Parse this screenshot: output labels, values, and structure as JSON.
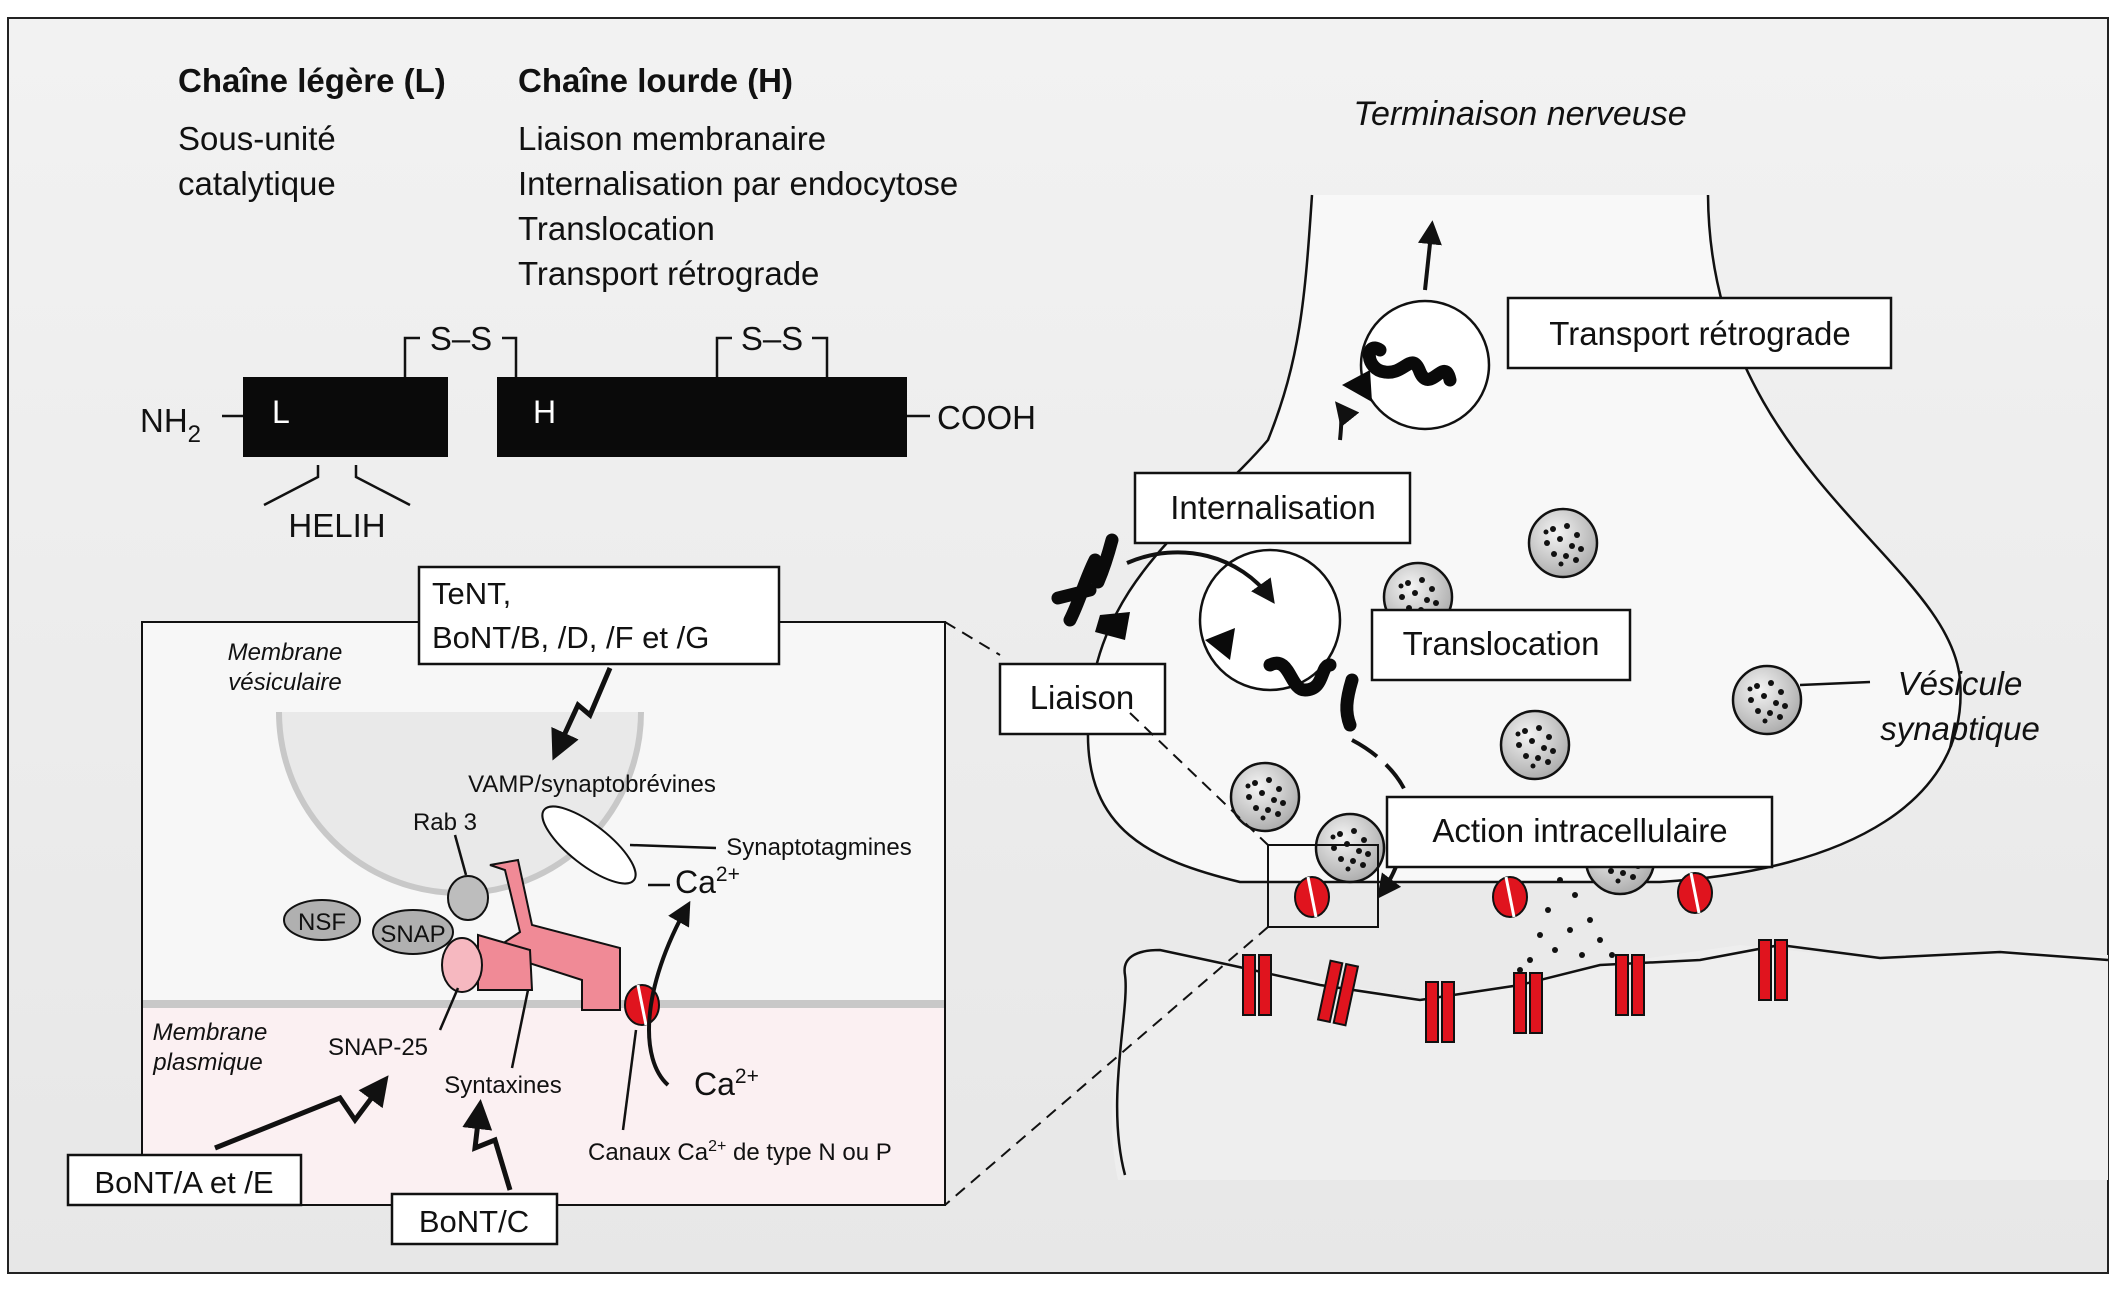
{
  "legend": {
    "light_chain": {
      "title": "Chaîne légère (L)",
      "lines": [
        "Sous-unité",
        "catalytique"
      ]
    },
    "heavy_chain": {
      "title": "Chaîne lourde (H)",
      "lines": [
        "Liaison membranaire",
        "Internalisation par endocytose",
        "Translocation",
        "Transport rétrograde"
      ]
    }
  },
  "protein": {
    "ss": "S–S",
    "n_term": "NH",
    "n_term_sub": "2",
    "c_term": "COOH",
    "light_label": "L",
    "heavy_label": "H",
    "motif": "HELIH"
  },
  "terminal": {
    "title": "Terminaison nerveuse",
    "steps": {
      "transport": "Transport rétrograde",
      "internalisation": "Internalisation",
      "translocation": "Translocation",
      "liaison": "Liaison",
      "action": "Action intracellulaire"
    },
    "vesicle_label": [
      "Vésicule",
      "synaptique"
    ]
  },
  "inset": {
    "toxin_top": [
      "TeNT,",
      "BoNT/B, /D, /F et /G"
    ],
    "membrane_vesicular": [
      "Membrane",
      "vésiculaire"
    ],
    "membrane_plasma": [
      "Membrane",
      "plasmique"
    ],
    "vamp": "VAMP/synaptobrévines",
    "rab3": "Rab 3",
    "synaptotagmins": "Synaptotagmines",
    "ca": "Ca",
    "ca_sup": "2+",
    "nsf": "NSF",
    "snap": "SNAP",
    "snap25": "SNAP-25",
    "syntaxins": "Syntaxines",
    "channels": "Canaux Ca",
    "channels_sup": "2+",
    "channels_rest": " de type N ou P",
    "toxin_a_e": "BoNT/A et /E",
    "toxin_c": "BoNT/C"
  },
  "colors": {
    "pink": "#f08a96",
    "red": "#e0141e",
    "inset_bg": "#fbf0f2"
  }
}
